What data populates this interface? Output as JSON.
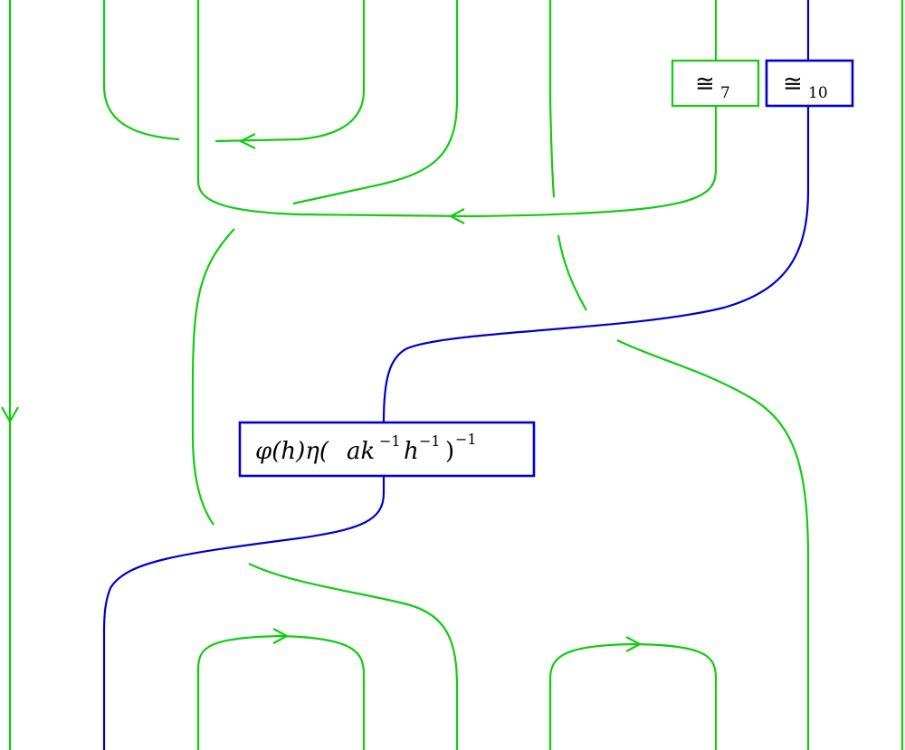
{
  "labels": {
    "iso7": {
      "symbol": "≅",
      "sub": "7"
    },
    "iso10": {
      "symbol": "≅",
      "sub": "10"
    },
    "phi_box": {
      "phi": "φ(h)η(",
      "a": "ak",
      "k_exp": "−1",
      "h": "h",
      "h_exp": "−1",
      "close": ")",
      "outer_exp": "−1"
    }
  },
  "colors": {
    "green": "#11cc11",
    "blue": "#0000cc"
  },
  "icons": [
    "arrow-head-icon"
  ]
}
